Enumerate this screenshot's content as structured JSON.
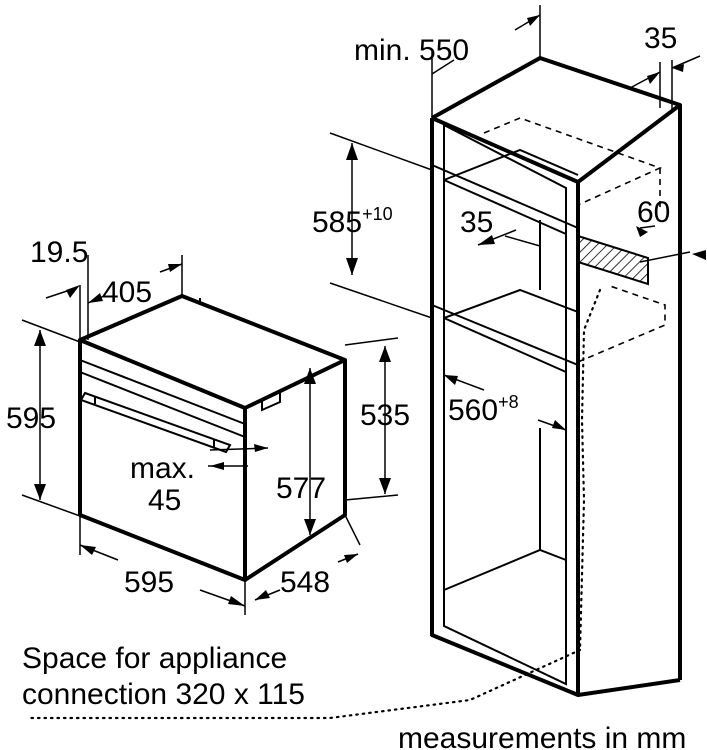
{
  "dimensions": {
    "cabinet_min_width": "min. 550",
    "cabinet_side_gap": "35",
    "niche_height_base": "585",
    "niche_height_tol": "+10",
    "vent_depth": "35",
    "vent_height": "60",
    "niche_width_base": "560",
    "niche_width_tol": "+8",
    "oven_front_panel": "19.5",
    "oven_depth_top": "405",
    "oven_height": "595",
    "oven_handle_label_1": "max.",
    "oven_handle_label_2": "45",
    "oven_inner_height": "577",
    "oven_body_height": "535",
    "oven_width": "595",
    "oven_depth": "548"
  },
  "notes": {
    "connection_line1": "Space for appliance",
    "connection_line2": "connection 320 x 115",
    "units": "measurements in mm"
  }
}
